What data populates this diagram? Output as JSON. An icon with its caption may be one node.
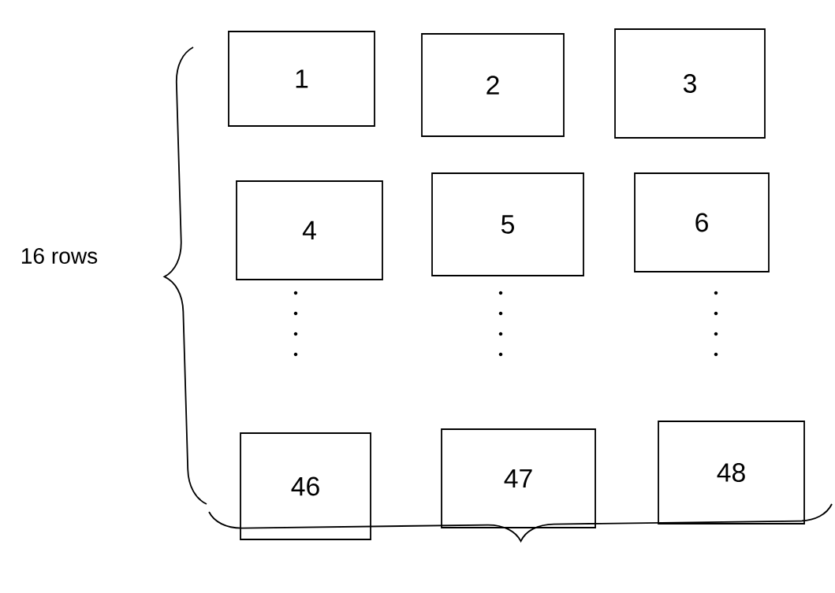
{
  "diagram": {
    "nodes": [
      {
        "text": [
          "1"
        ]
      },
      {
        "text": [
          "2"
        ]
      },
      {
        "text": [
          "3"
        ]
      },
      {
        "text": [
          "4"
        ]
      },
      {
        "text": [
          "5"
        ]
      },
      {
        "text": [
          "6"
        ]
      },
      {
        "text": [
          "46"
        ]
      },
      {
        "text": [
          "47"
        ]
      },
      {
        "text": [
          "48"
        ]
      }
    ],
    "labels": [
      "16 rows"
    ]
  }
}
